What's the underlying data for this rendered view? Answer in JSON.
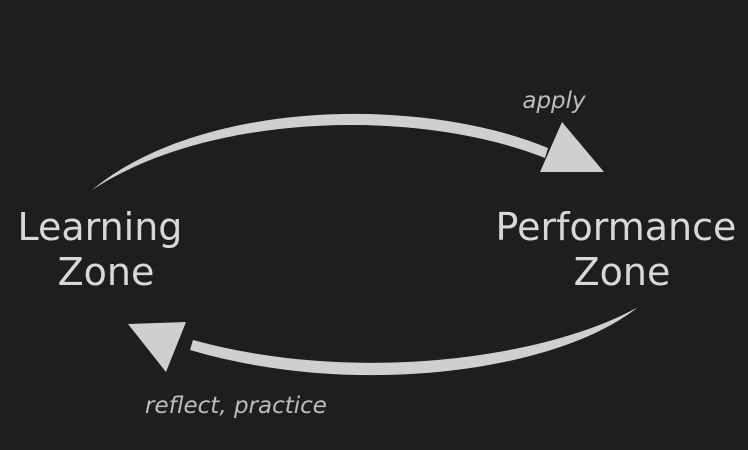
{
  "diagram": {
    "nodes": [
      {
        "id": "learning",
        "lines": [
          "Learning",
          "Zone"
        ]
      },
      {
        "id": "performance",
        "lines": [
          "Performance",
          "Zone"
        ]
      }
    ],
    "edges": [
      {
        "from": "learning",
        "to": "performance",
        "label": "apply"
      },
      {
        "from": "performance",
        "to": "learning",
        "label": "reflect, practice"
      }
    ],
    "colors": {
      "background": "#1e1e1e",
      "text": "#d8d8d8",
      "arrow": "#cfcfcf",
      "edge_label": "#bdbdbd"
    }
  }
}
